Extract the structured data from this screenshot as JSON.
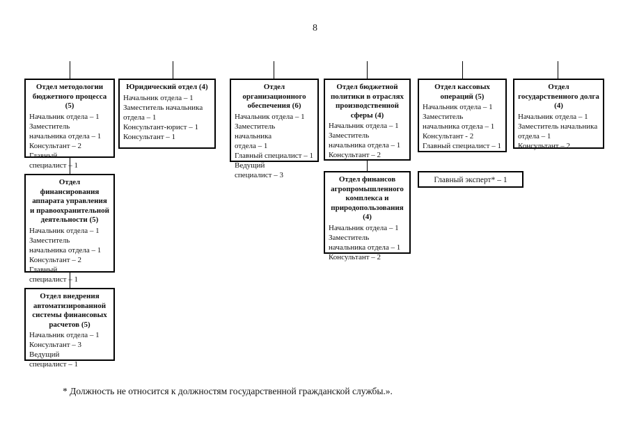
{
  "document": {
    "page_number": "8",
    "footnote": "* Должность не относится к должностям государственной гражданской службы.»."
  },
  "boxes": [
    {
      "id": "otdel-metodologii",
      "title": "Отдел методологии бюджетного процесса (5)",
      "roles": [
        "Начальник отдела – 1",
        "Заместитель\nначальника отдела – 1",
        "Консультант – 2",
        "Главный\nспециалист – 1"
      ]
    },
    {
      "id": "yuridicheskiy-otdel",
      "title": "Юридический отдел (4)",
      "roles": [
        "Начальник отдела – 1",
        "Заместитель начальника\nотдела – 1",
        "Консультант-юрист – 1",
        "Консультант – 1"
      ]
    },
    {
      "id": "otdel-organizacionnogo-obespecheniya",
      "title": "Отдел организационного обеспечения (6)",
      "roles": [
        "Начальник отдела – 1",
        "Заместитель начальника\nотдела – 1",
        "Главный специалист – 1",
        "Ведущий\nспециалист – 3"
      ]
    },
    {
      "id": "otdel-byudzhetnoy-politiki",
      "title": "Отдел бюджетной политики в отраслях производственной сферы (4)",
      "roles": [
        "Начальник отдела – 1",
        "Заместитель\nначальника отдела – 1",
        "Консультант – 2"
      ]
    },
    {
      "id": "otdel-kassovyh-operaciy",
      "title": "Отдел кассовых операций (5)",
      "roles": [
        "Начальник отдела – 1",
        "Заместитель\nначальника отдела – 1",
        "Консультант - 2",
        "Главный специалист – 1"
      ]
    },
    {
      "id": "otdel-gosudarstvennogo-dolga",
      "title": "Отдел государственного долга (4)",
      "roles": [
        "Начальник отдела – 1",
        "Заместитель начальника\nотдела – 1",
        "Консультант – 2"
      ]
    },
    {
      "id": "otdel-finansirovaniya-apparata",
      "title": "Отдел финансирования аппарата управления и правоохранительной деятельности (5)",
      "roles": [
        "Начальник отдела – 1",
        "Заместитель\nначальника отдела – 1",
        "Консультант – 2",
        "Главный\nспециалист – 1"
      ]
    },
    {
      "id": "otdel-finansov-apk",
      "title": "Отдел финансов агропромышленного комплекса и природопользования (4)",
      "roles": [
        "Начальник отдела – 1",
        "Заместитель\nначальника отдела – 1",
        "Консультант – 2"
      ]
    },
    {
      "id": "otdel-vnedreniya-asfr",
      "title": "Отдел внедрения автоматизированной системы финансовых расчетов (5)",
      "roles": [
        "Начальник отдела – 1",
        "Консультант – 3",
        "Ведущий\nспециалист – 1"
      ]
    },
    {
      "id": "glavnyy-ekspert",
      "flat_label": "Главный эксперт* – 1"
    }
  ]
}
